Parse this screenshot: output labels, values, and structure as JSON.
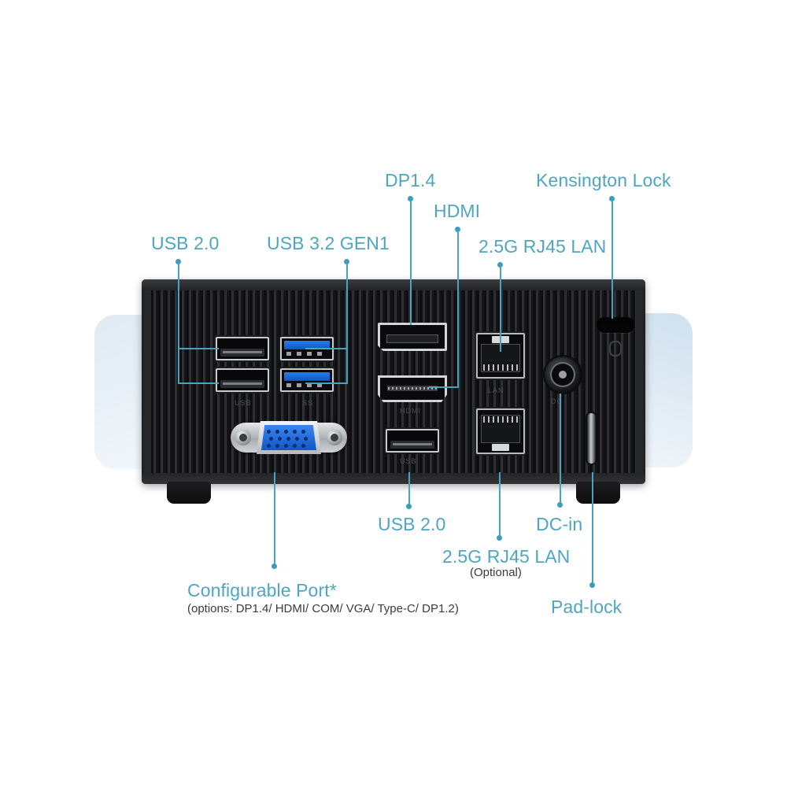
{
  "diagram": {
    "title": "Mini PC rear I/O port callout diagram",
    "accent_color": "#4ea6c2",
    "backdrop_color": "#dfeaf4"
  },
  "labels": {
    "usb20_top": "USB 2.0",
    "usb32_gen1": "USB 3.2 GEN1",
    "dp14": "DP1.4",
    "hdmi": "HDMI",
    "lan_25g": "2.5G RJ45 LAN",
    "kensington": "Kensington Lock",
    "usb20_bottom": "USB 2.0",
    "lan_25g_optional": "2.5G RJ45 LAN",
    "lan_optional_note": "(Optional)",
    "dcin": "DC-in",
    "padlock": "Pad-lock",
    "configurable_port": "Configurable Port*",
    "configurable_port_options": "(options: DP1.4/ HDMI/ COM/ VGA/ Type-C/ DP1.2)"
  },
  "silkscreen": {
    "usb20": "USB",
    "usb32": "SS",
    "hdmi": "HDMI",
    "lan": "LAN",
    "usb20_low": "USB",
    "dcin": "DC"
  },
  "ports": [
    {
      "name": "USB 2.0 port (upper-left)",
      "type": "usb-a",
      "color": "black"
    },
    {
      "name": "USB 2.0 port (lower-left)",
      "type": "usb-a",
      "color": "black"
    },
    {
      "name": "USB 3.2 Gen1 port (upper)",
      "type": "usb-a",
      "color": "blue"
    },
    {
      "name": "USB 3.2 Gen1 port (lower)",
      "type": "usb-a",
      "color": "blue"
    },
    {
      "name": "VGA configurable port",
      "type": "d-sub-15",
      "color": "blue"
    },
    {
      "name": "DisplayPort 1.4",
      "type": "displayport",
      "color": "black"
    },
    {
      "name": "HDMI",
      "type": "hdmi",
      "color": "black"
    },
    {
      "name": "USB 2.0 port (bottom)",
      "type": "usb-a",
      "color": "black"
    },
    {
      "name": "2.5G RJ45 LAN",
      "type": "rj45",
      "color": "black"
    },
    {
      "name": "2.5G RJ45 LAN (optional)",
      "type": "rj45",
      "color": "black"
    },
    {
      "name": "DC-in power jack",
      "type": "barrel",
      "color": "black"
    },
    {
      "name": "Kensington lock slot",
      "type": "lock-slot",
      "color": "black"
    },
    {
      "name": "Pad-lock slot",
      "type": "lock-slot",
      "color": "silver"
    }
  ]
}
